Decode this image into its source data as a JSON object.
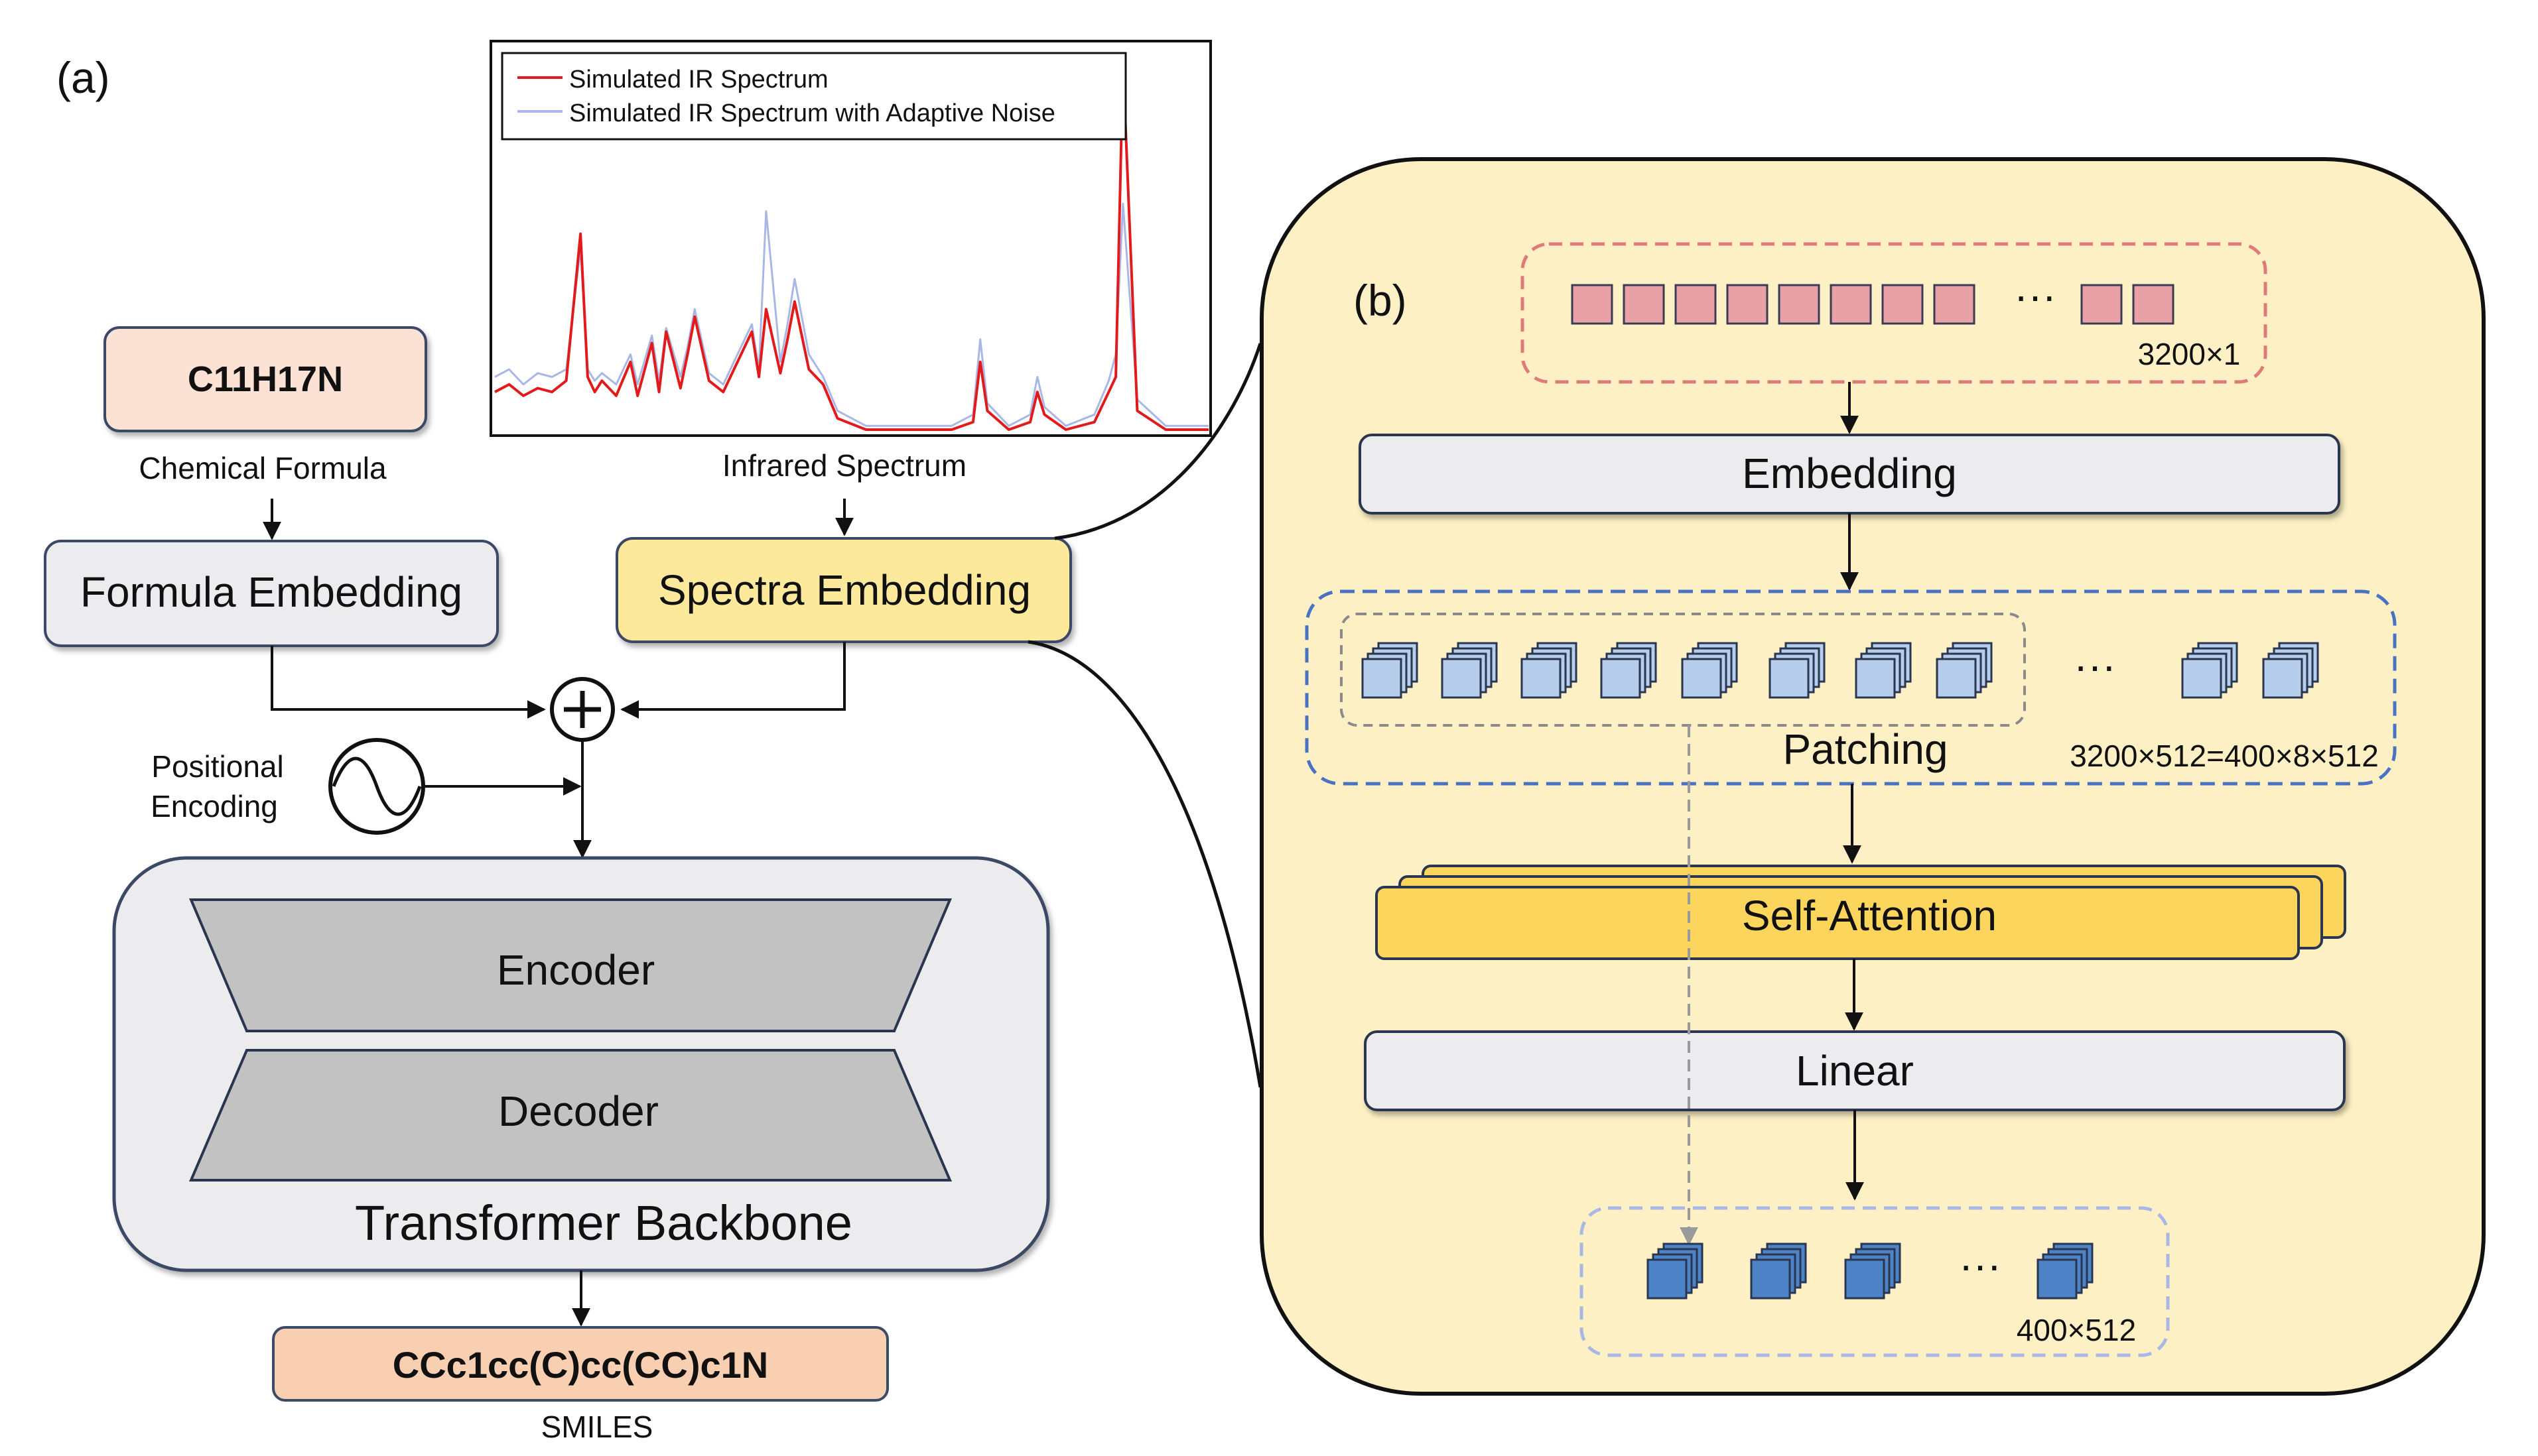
{
  "panel_a": {
    "label": "(a)",
    "formula_value": "C11H17N",
    "formula_caption": "Chemical Formula",
    "spectrum_caption": "Infrared Spectrum",
    "legend": {
      "line1": "Simulated IR Spectrum",
      "line2": "Simulated IR Spectrum with Adaptive Noise"
    },
    "formula_embedding": "Formula Embedding",
    "spectra_embedding": "Spectra Embedding",
    "positional_line1": "Positional",
    "positional_line2": "Encoding",
    "encoder": "Encoder",
    "decoder": "Decoder",
    "backbone": "Transformer Backbone",
    "smiles_value": "CCc1cc(C)cc(CC)c1N",
    "smiles_caption": "SMILES"
  },
  "panel_b": {
    "label": "(b)",
    "input_dim": "3200×1",
    "embedding": "Embedding",
    "patching": "Patching",
    "patch_dim": "3200×512=400×8×512",
    "self_attention": "Self-Attention",
    "linear": "Linear",
    "output_dim": "400×512",
    "ellipsis": "···"
  },
  "colors": {
    "formula_box": "#fbe2d4",
    "spectra_box": "#fde99b",
    "panel_b_bg": "#fdf0c4",
    "token_fill": "#e8a1a6",
    "patch_fill": "#b7cdec",
    "output_fill": "#4e83c8",
    "attention": "#fcd55c",
    "smiles_box": "#f9cfb2",
    "spectrum_red": "#e31a1c",
    "spectrum_blue": "#a9b7e6"
  },
  "chart_data": {
    "type": "line",
    "title": "",
    "xlabel": "",
    "ylabel": "",
    "ylim": [
      0,
      1
    ],
    "x": [
      0,
      2,
      4,
      6,
      8,
      10,
      12,
      13,
      14,
      15,
      17,
      19,
      20,
      22,
      23,
      24,
      26,
      27,
      28,
      30,
      32,
      34,
      36,
      37,
      38,
      40,
      41,
      42,
      44,
      46,
      48,
      52,
      56,
      60,
      64,
      67,
      68,
      69,
      72,
      75,
      76,
      77,
      80,
      84,
      86,
      87,
      88,
      90,
      94,
      97,
      98,
      99,
      100
    ],
    "series": [
      {
        "name": "Simulated IR Spectrum",
        "values": [
          0.1,
          0.12,
          0.09,
          0.11,
          0.1,
          0.13,
          0.52,
          0.14,
          0.1,
          0.13,
          0.09,
          0.18,
          0.09,
          0.23,
          0.1,
          0.26,
          0.11,
          0.2,
          0.3,
          0.13,
          0.1,
          0.18,
          0.26,
          0.14,
          0.32,
          0.15,
          0.24,
          0.34,
          0.16,
          0.12,
          0.03,
          0.0,
          0.0,
          0.0,
          0.0,
          0.02,
          0.18,
          0.05,
          0.0,
          0.02,
          0.1,
          0.04,
          0.0,
          0.02,
          0.1,
          0.14,
          0.97,
          0.05,
          0.0,
          0.0,
          0.0,
          0.0,
          0.0
        ]
      },
      {
        "name": "Simulated IR Spectrum with Adaptive Noise",
        "values": [
          0.14,
          0.16,
          0.12,
          0.15,
          0.14,
          0.16,
          0.48,
          0.16,
          0.13,
          0.15,
          0.12,
          0.2,
          0.12,
          0.25,
          0.13,
          0.27,
          0.14,
          0.22,
          0.32,
          0.15,
          0.12,
          0.2,
          0.28,
          0.16,
          0.58,
          0.18,
          0.28,
          0.4,
          0.2,
          0.14,
          0.05,
          0.01,
          0.01,
          0.01,
          0.01,
          0.04,
          0.24,
          0.07,
          0.01,
          0.04,
          0.14,
          0.06,
          0.01,
          0.04,
          0.13,
          0.2,
          0.6,
          0.08,
          0.01,
          0.01,
          0.01,
          0.01,
          0.01
        ]
      }
    ]
  }
}
